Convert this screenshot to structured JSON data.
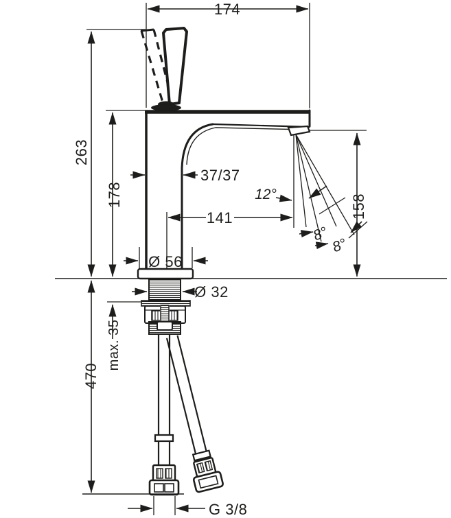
{
  "drawing": {
    "type": "technical-dimension-drawing",
    "subject": "single-lever basin mixer faucet, side view with installation dimensions",
    "background": "#ffffff",
    "line_color": "#1d1d1b",
    "dimensions": {
      "overall_width": "174",
      "height_to_handle_top": "263",
      "height_to_spout_top": "178",
      "body_cross_section": "37/37",
      "spout_reach": "141",
      "spray_angle": "12°",
      "spray_angle_a": "8°",
      "spray_angle_b": "8°",
      "outlet_height": "158",
      "base_diameter": "Ø 56",
      "shank_diameter": "Ø 32",
      "max_deck_thickness": "max. 35",
      "hose_length": "470",
      "connection_thread": "G 3/8"
    }
  }
}
